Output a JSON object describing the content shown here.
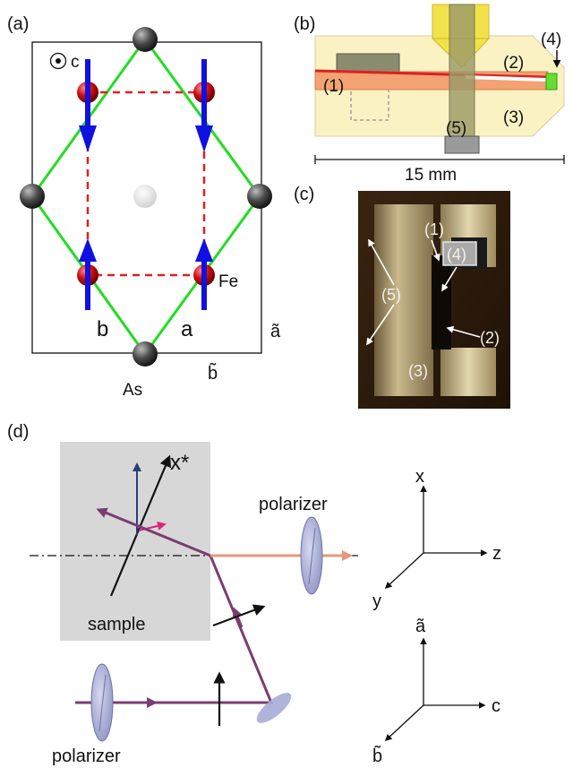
{
  "panels": {
    "a": {
      "label": "(a)",
      "c_axis": "c",
      "label_b": "b",
      "label_a": "a",
      "label_fe": "Fe",
      "label_as": "As",
      "label_a_tilde": "ã",
      "label_b_tilde": "b̃"
    },
    "b": {
      "label": "(b)",
      "parts": [
        "(1)",
        "(2)",
        "(3)",
        "(4)",
        "(5)"
      ],
      "scale": "15 mm"
    },
    "c": {
      "label": "(c)",
      "parts": [
        "(1)",
        "(4)",
        "(5)",
        "(2)",
        "(3)"
      ]
    },
    "d": {
      "label": "(d)",
      "x_star": "x*",
      "sample": "sample",
      "polarizer_top": "polarizer",
      "polarizer_bottom": "polarizer",
      "axes_lab": [
        "x",
        "z",
        "y"
      ],
      "axes_crystal": [
        "ã",
        "c",
        "b̃"
      ]
    }
  },
  "colors": {
    "bond_green": "#22dd22",
    "spin_blue": "#1010e0",
    "fe_red": "#d01010",
    "dash_red": "#e02020",
    "beam_purple": "#7a3d72",
    "beam_orange": "#e8967a"
  }
}
